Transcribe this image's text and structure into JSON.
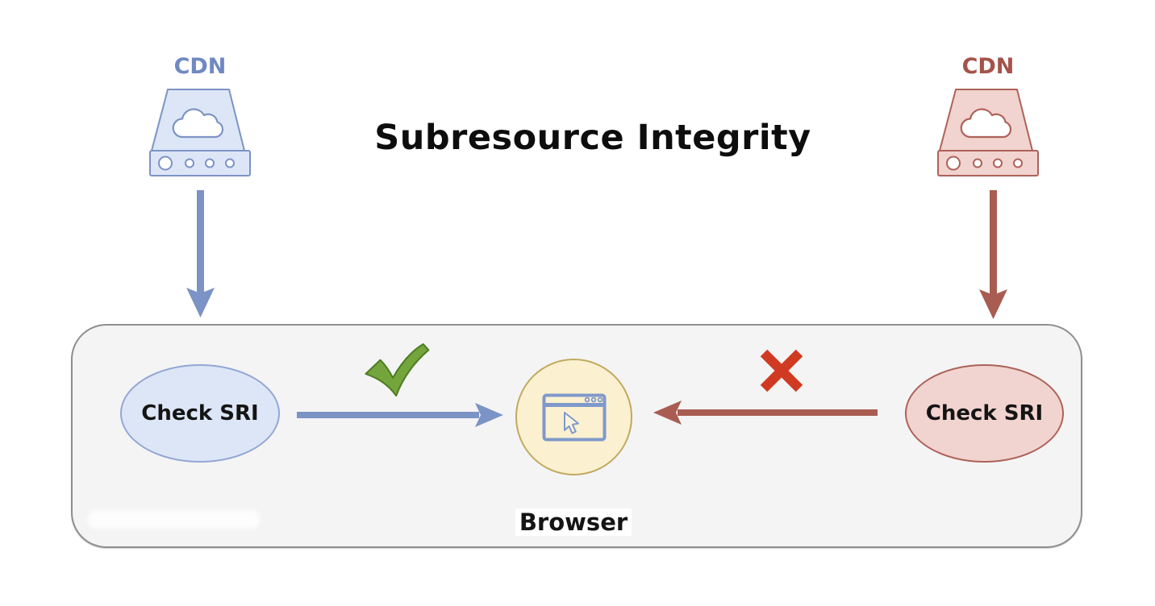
{
  "title": "Subresource Integrity",
  "left_flow": {
    "cdn_label": "CDN",
    "check_node_label": "Check SRI",
    "result_icon": "green-checkmark",
    "direction": "cdn-to-browser-accepted"
  },
  "right_flow": {
    "cdn_label": "CDN",
    "check_node_label": "Check SRI",
    "result_icon": "red-cross",
    "direction": "cdn-to-browser-rejected"
  },
  "browser_box": {
    "label": "Browser",
    "center_icon": "browser-window-with-cursor"
  },
  "icons": {
    "left_cdn": "cloud-server-icon",
    "right_cdn": "cloud-server-icon",
    "success": "green-checkmark-icon",
    "failure": "red-cross-icon"
  },
  "colors": {
    "title_color": "#0d0d0d",
    "blue_accent": "#7089c2",
    "blue_fill": "#dce6f7",
    "blue_stroke": "#7d93c4",
    "blue_ellipse_stroke": "#93a7d4",
    "blue_arrow": "#7b93c5",
    "red_accent": "#a5534a",
    "red_fill": "#f1d3cf",
    "red_stroke": "#ad6259",
    "red_arrow": "#a95c51",
    "green_check": "#74a53c",
    "green_check_dark": "#4e7d22",
    "red_cross": "#d13a22",
    "yellow_fill": "#fbf1d0",
    "yellow_stroke": "#c0a95f",
    "browser_icon": "#8099cb",
    "box_fill": "#f4f4f5",
    "box_border": "#8f8f8f"
  }
}
